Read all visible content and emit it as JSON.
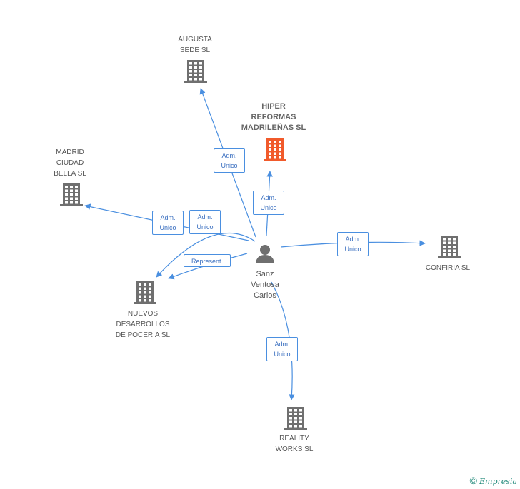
{
  "colors": {
    "edge": "#4a8fe0",
    "building": "#6f6f6f",
    "building_main": "#f15a2b",
    "person": "#6f6f6f"
  },
  "center_person": {
    "name": "Sanz\nVentosa\nCarlos",
    "icon": "person-icon"
  },
  "companies": [
    {
      "id": "augusta",
      "name": "AUGUSTA\nSEDE SL",
      "main": false
    },
    {
      "id": "hiper",
      "name": "HIPER\nREFORMAS\nMADRILEÑAS SL",
      "main": true
    },
    {
      "id": "madrid",
      "name": "MADRID\nCIUDAD\nBELLA SL",
      "main": false
    },
    {
      "id": "nuevos",
      "name": "NUEVOS\nDESARROLLOS\nDE POCERIA SL",
      "main": false
    },
    {
      "id": "confiria",
      "name": "CONFIRIA SL",
      "main": false
    },
    {
      "id": "reality",
      "name": "REALITY\nWORKS SL",
      "main": false
    }
  ],
  "relations": [
    {
      "target": "augusta",
      "label": "Adm.\nUnico"
    },
    {
      "target": "hiper",
      "label": "Adm.\nUnico"
    },
    {
      "target": "madrid",
      "label": "Adm.\nUnico"
    },
    {
      "target": "nuevos",
      "label": "Adm.\nUnico"
    },
    {
      "target": "nuevos",
      "label": "Represent."
    },
    {
      "target": "confiria",
      "label": "Adm.\nUnico"
    },
    {
      "target": "reality",
      "label": "Adm.\nUnico"
    }
  ],
  "footer": {
    "symbol": "©",
    "brand": "Empresia"
  }
}
